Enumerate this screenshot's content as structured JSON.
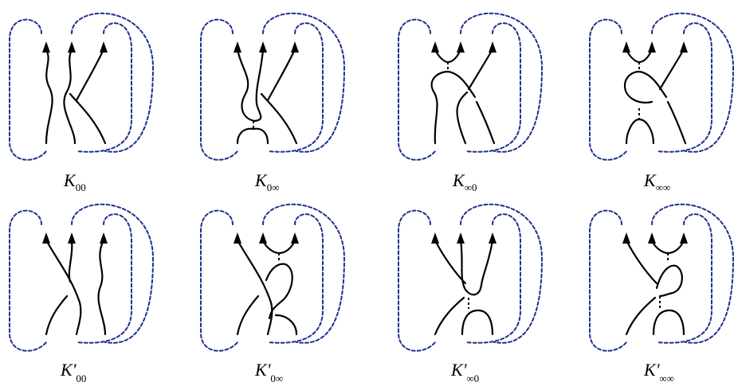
{
  "diagrams": [
    {
      "letter": "K",
      "prime": "",
      "sub": "00"
    },
    {
      "letter": "K",
      "prime": "",
      "sub": "0∞"
    },
    {
      "letter": "K",
      "prime": "",
      "sub": "∞0"
    },
    {
      "letter": "K",
      "prime": "",
      "sub": "∞∞"
    },
    {
      "letter": "K",
      "prime": "'",
      "sub": "00"
    },
    {
      "letter": "K",
      "prime": "'",
      "sub": "0∞"
    },
    {
      "letter": "K",
      "prime": "'",
      "sub": "∞0"
    },
    {
      "letter": "K",
      "prime": "'",
      "sub": "∞∞"
    }
  ],
  "colors": {
    "dashed": "#1f2f8f",
    "strand": "#000000"
  }
}
